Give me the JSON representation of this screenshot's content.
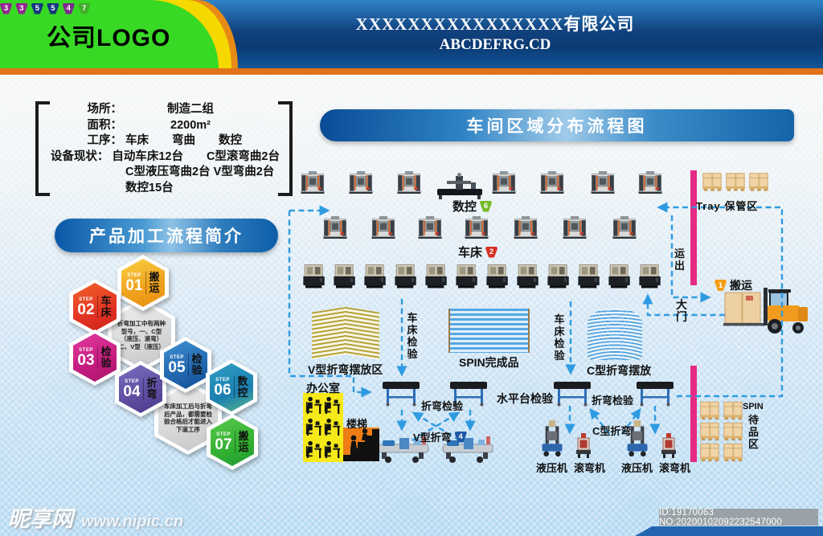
{
  "header": {
    "logo": "公司LOGO",
    "company_name": "XXXXXXXXXXXXXXXX有限公司",
    "company_sub": "ABCDEFRG.CD"
  },
  "info_box": {
    "rows": [
      {
        "label": "场所：",
        "value": "制造二组"
      },
      {
        "label": "面积：",
        "value": "2200m²"
      },
      {
        "label": "工序：",
        "value": "车床　　弯曲　　数控"
      },
      {
        "label": "设备现状：",
        "value": "自动车床12台　　C型滚弯曲2台"
      },
      {
        "label": "",
        "value": "C型液压弯曲2台 V型弯曲2台"
      },
      {
        "label": "",
        "value": "数控15台"
      }
    ]
  },
  "process_intro": {
    "title": "产品加工流程简介",
    "step_word": "STEP",
    "steps": [
      {
        "num": "01",
        "label": "搬运",
        "style": "background:linear-gradient(160deg,#f9cf45,#efa11c 60%,#e88d10)"
      },
      {
        "num": "02",
        "label": "车床",
        "style": "background:linear-gradient(160deg,#f2622b,#e03023 65%,#cf2418)"
      },
      {
        "num": "03",
        "label": "检验",
        "style": "background:linear-gradient(160deg,#e0389d,#c21a7c 65%,#a8156b)"
      },
      {
        "num": "04",
        "label": "折弯",
        "style": "background:linear-gradient(160deg,#7a6cc0,#5b4a9e 65%,#4a3a8c)"
      },
      {
        "num": "05",
        "label": "检验",
        "style": "background:linear-gradient(160deg,#3f8fd0,#1f64ad 65%,#154f92)"
      },
      {
        "num": "06",
        "label": "数控",
        "style": "background:linear-gradient(160deg,#2f9ec4,#1b7fb0 60%,#58b58a)"
      },
      {
        "num": "07",
        "label": "搬运",
        "style": "background:linear-gradient(160deg,#59c84a,#2fae2f 65%,#1f9a3a)"
      }
    ],
    "notes": [
      {
        "text": "折弯加工中有两种型号，一、C型（液压、滚弯）二、V型（液压）"
      },
      {
        "text": "车床加工后与折弯后产品，都需要检验合格后才能进入下道工序"
      }
    ]
  },
  "flowchart": {
    "title": "车间区域分布流程图",
    "areas": {
      "cnc_label": "数控",
      "lathe_label": "车床",
      "v_storage": "V型折弯摆放区",
      "lathe_check": "车床检验",
      "spin_done": "SPIN完成品",
      "c_storage": "C型折弯摆放",
      "office": "办公室",
      "stairs": "楼梯",
      "bend_check": "折弯检验",
      "level_check": "水平台检验",
      "v_bend": "V型折弯",
      "c_bend": "C型折弯",
      "hydraulic": "液压机",
      "roll_bend": "滚弯机",
      "tray": "Tray 保管区",
      "ship_out": "运出",
      "carry_in": "搬运",
      "gate": "大门",
      "spin_wait_en": "SPIN",
      "spin_wait_cn": "待品区"
    },
    "badges": {
      "b1": {
        "num": "1",
        "style": "background:#f59d17"
      },
      "b2": {
        "num": "2",
        "style": "background:#d93025"
      },
      "b3": {
        "num": "3",
        "style": "background:#93278f"
      },
      "b4v": {
        "num": "4",
        "style": "background:#1c57a5"
      },
      "b4c": {
        "num": "4",
        "style": "background:#7d2a8d"
      },
      "b5": {
        "num": "5",
        "style": "background:#14377d"
      },
      "b6": {
        "num": "6",
        "style": "background:#76b82a"
      },
      "b7": {
        "num": "7",
        "style": "background:#3fae2a"
      }
    },
    "machine_counts": {
      "cnc_row1": 7,
      "laser": 1,
      "cnc_row2": 7,
      "lathes": 12,
      "benders": 2,
      "presses": 2,
      "rollers": 2,
      "tray_boxes": 3,
      "spin_wait_boxes": 6
    }
  },
  "footer": {
    "site_name": "昵享网",
    "site_url": "www.nipic.cn",
    "id_text": "ID:19170063 NO:20200102092232547000"
  },
  "colors": {
    "accent_blue": "#1668ae",
    "wall_pink": "#e52a84",
    "dash_blue": "#2e9be1",
    "office_yellow": "#f6e919",
    "stairs_orange": "#ef7d15",
    "logo_green": "#38d925"
  }
}
